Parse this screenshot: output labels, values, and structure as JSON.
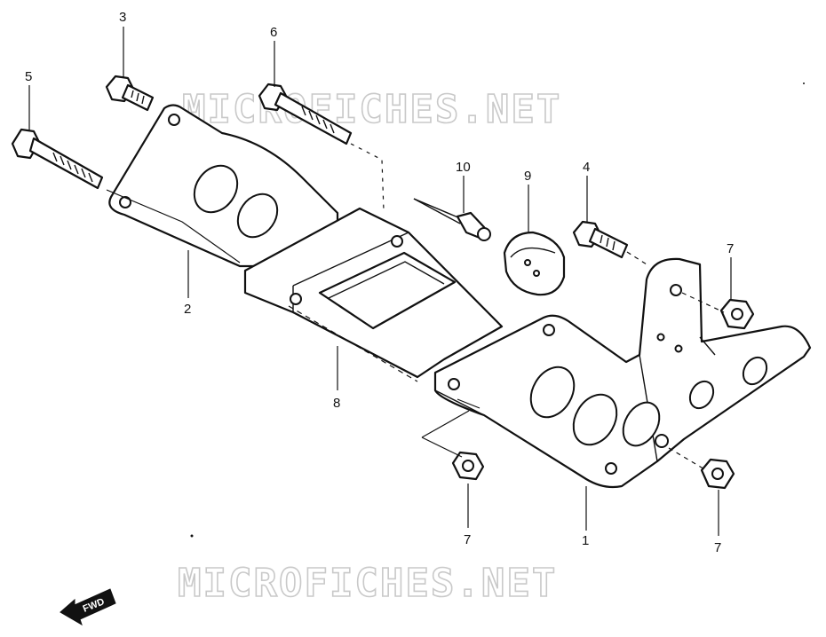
{
  "watermark": {
    "top_text": "MICROFICHES.NET",
    "bottom_text": "MICROFICHES.NET"
  },
  "callouts": {
    "c1": "1",
    "c2": "2",
    "c3": "3",
    "c4": "4",
    "c5": "5",
    "c6": "6",
    "c7a": "7",
    "c7b": "7",
    "c7c": "7",
    "c8": "8",
    "c9": "9",
    "c10": "10"
  },
  "forward_indicator": {
    "label": "FWD",
    "icon": "forward-arrow-icon"
  }
}
